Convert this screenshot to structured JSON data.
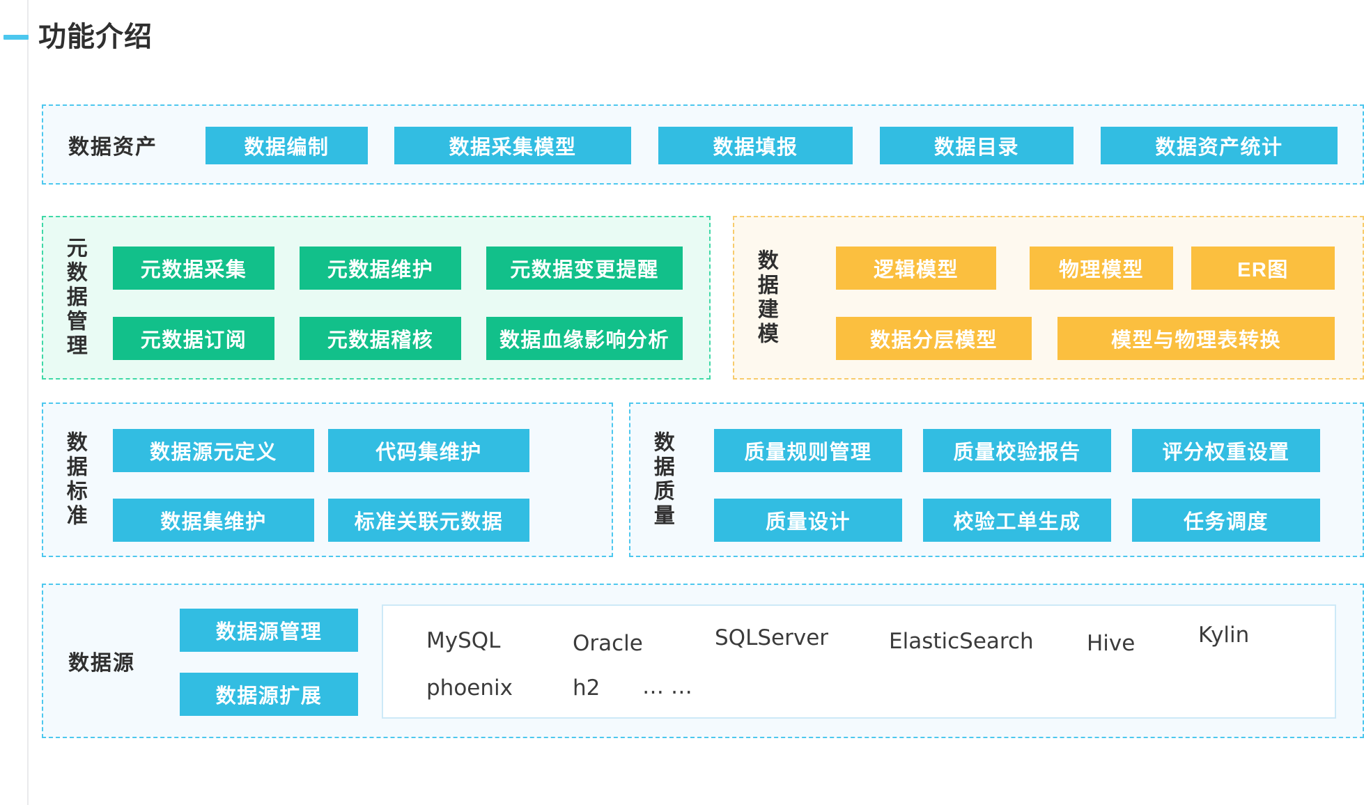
{
  "header": {
    "dash_icon": "blue-dash-icon",
    "title": "功能介绍"
  },
  "colors": {
    "blue": "#32BDE2",
    "green": "#12C08A",
    "orange": "#FBBF3F",
    "panel_blue_border": "#4CC7EE",
    "panel_blue_bg": "#F4FAFE",
    "panel_green_border": "#3ED8A6",
    "panel_green_bg": "#E9FBF4",
    "panel_orange_border": "#F7CB6B",
    "panel_orange_bg": "#FEF9EF",
    "accent_dash": "#4CC7EE"
  },
  "sections": {
    "data_asset": {
      "label": "数据资产",
      "buttons": [
        "数据编制",
        "数据采集模型",
        "数据填报",
        "数据目录",
        "数据资产统计"
      ]
    },
    "metadata_mgmt": {
      "label": "元数据管理",
      "buttons": [
        "元数据采集",
        "元数据维护",
        "元数据变更提醒",
        "元数据订阅",
        "元数据稽核",
        "数据血缘影响分析"
      ]
    },
    "data_modeling": {
      "label": "数据建模",
      "buttons": [
        "逻辑模型",
        "物理模型",
        "ER图",
        "数据分层模型",
        "模型与物理表转换"
      ]
    },
    "data_standard": {
      "label": "数据标准",
      "buttons": [
        "数据源元定义",
        "代码集维护",
        "数据集维护",
        "标准关联元数据"
      ]
    },
    "data_quality": {
      "label": "数据质量",
      "buttons": [
        "质量规则管理",
        "质量校验报告",
        "评分权重设置",
        "质量设计",
        "校验工单生成",
        "任务调度"
      ]
    },
    "data_source": {
      "label": "数据源",
      "buttons": [
        "数据源管理",
        "数据源扩展"
      ],
      "databases": [
        "MySQL",
        "Oracle",
        "SQLServer",
        "ElasticSearch",
        "Hive",
        "Kylin",
        "phoenix",
        "h2",
        "… …"
      ]
    }
  }
}
